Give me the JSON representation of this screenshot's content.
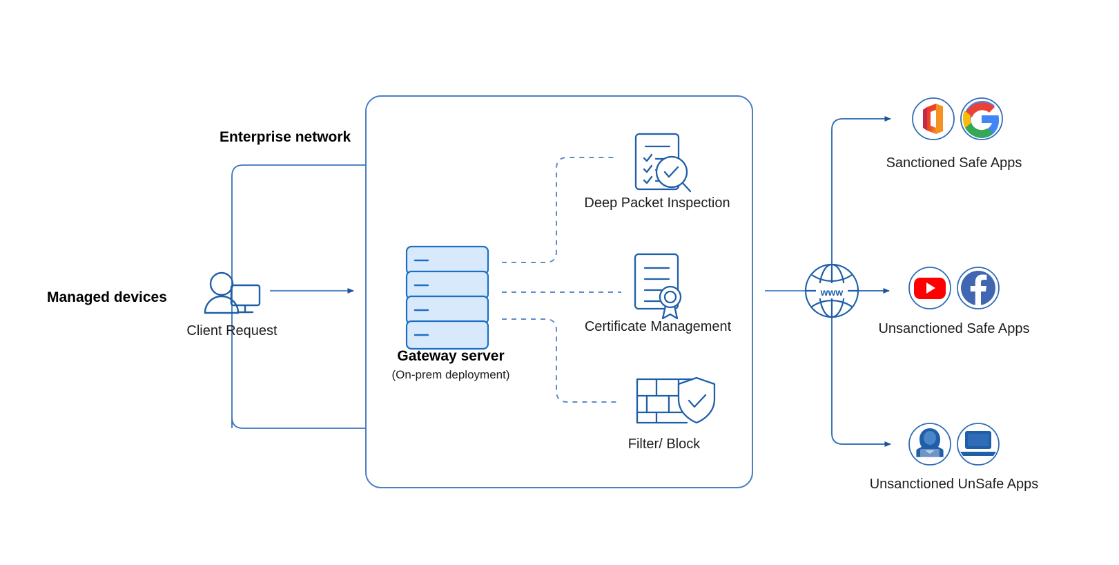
{
  "diagram": {
    "title_texts": {
      "managed_devices": "Managed devices",
      "enterprise_network": "Enterprise network"
    },
    "colors": {
      "line_blue": "#2f6cb5",
      "line_blue_light": "#5b8dc8",
      "icon_blue": "#1f5fa9",
      "server_fill": "#d7e9fb",
      "server_stroke": "#1a6fc4",
      "box_stroke": "#4a7fc1",
      "text_dark": "#1d1d1f",
      "office_red": "#e8342a",
      "office_orange": "#f25022",
      "google_blue": "#4285f4",
      "google_red": "#ea4335",
      "google_yellow": "#fbbc05",
      "google_green": "#34a853",
      "youtube_red": "#ff0000",
      "facebook_blue": "#4267b2",
      "unsafe_blue": "#1f5fa9"
    },
    "client": {
      "label": "Client Request",
      "icon": "user-with-monitor-icon"
    },
    "gateway": {
      "label": "Gateway server",
      "sublabel": "(On-prem deployment)",
      "icon": "server-stack-icon",
      "unit_count": 4
    },
    "features": [
      {
        "id": "deep-packet-inspection",
        "label": "Deep Packet Inspection",
        "icon": "document-checklist-magnifier-icon"
      },
      {
        "id": "certificate-management",
        "label": "Certificate Management",
        "icon": "certificate-ribbon-icon"
      },
      {
        "id": "filter-block",
        "label": "Filter/ Block",
        "icon": "brick-wall-shield-icon"
      }
    ],
    "internet": {
      "label": "www",
      "icon": "globe-www-icon"
    },
    "destinations": [
      {
        "id": "sanctioned-safe-apps",
        "label": "Sanctioned Safe Apps",
        "apps": [
          {
            "name": "microsoft-office-icon"
          },
          {
            "name": "google-icon"
          }
        ]
      },
      {
        "id": "unsanctioned-safe-apps",
        "label": "Unsanctioned Safe Apps",
        "apps": [
          {
            "name": "youtube-icon"
          },
          {
            "name": "facebook-icon"
          }
        ]
      },
      {
        "id": "unsanctioned-unsafe-apps",
        "label": "Unsanctioned UnSafe Apps",
        "apps": [
          {
            "name": "hacker-icon"
          },
          {
            "name": "laptop-icon"
          }
        ]
      }
    ]
  }
}
